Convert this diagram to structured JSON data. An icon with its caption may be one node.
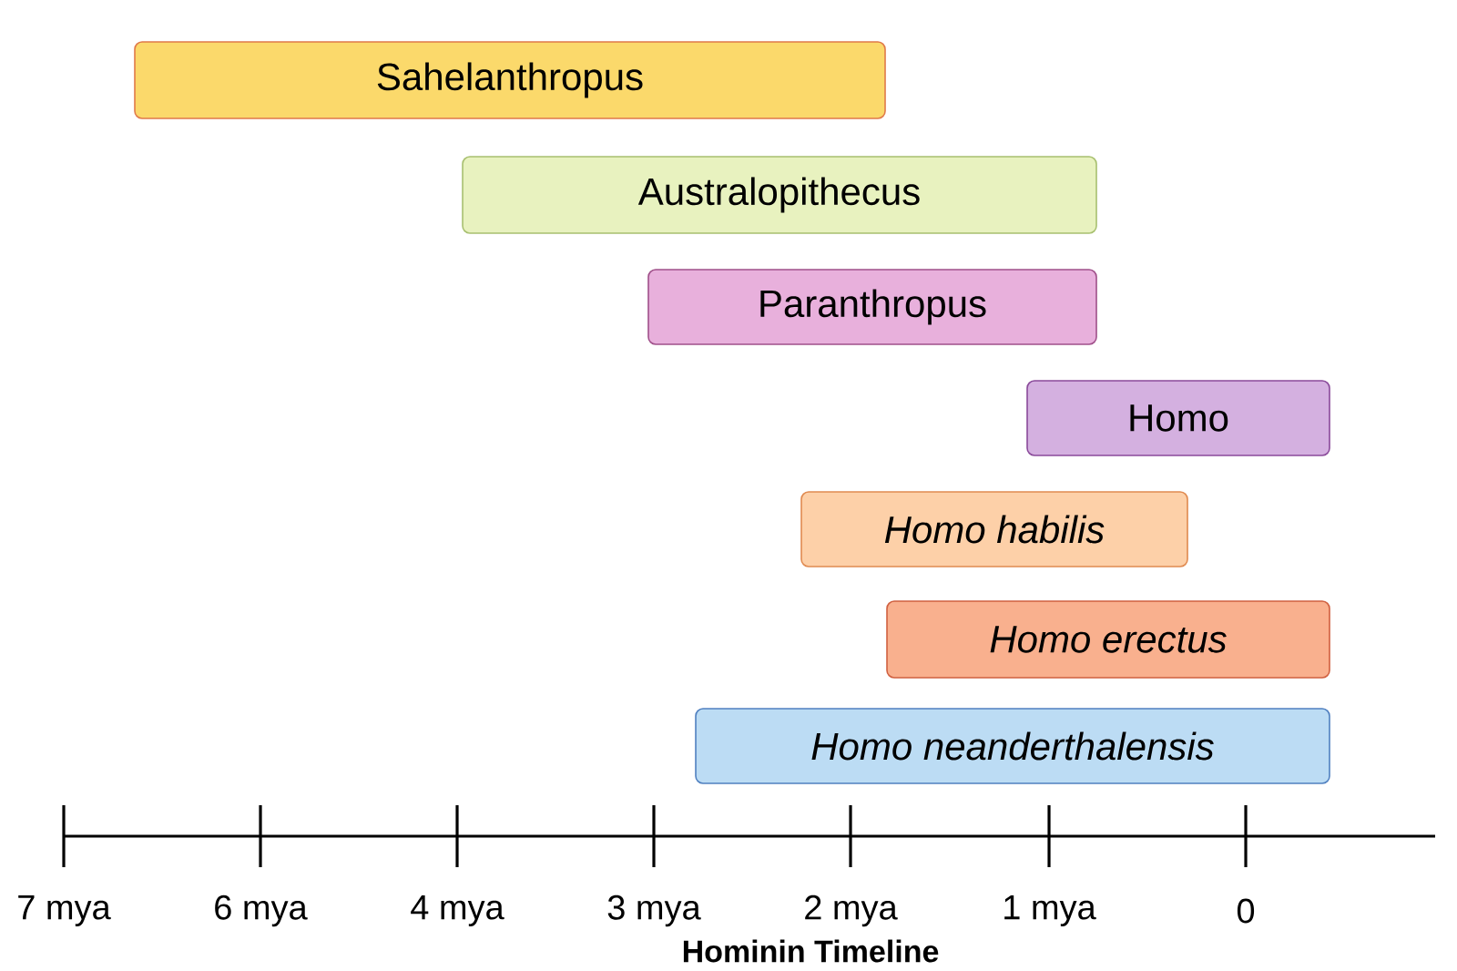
{
  "diagram": {
    "title": "Hominin Timeline",
    "nodes": [
      {
        "text": [
          "Sahelanthropus"
        ]
      },
      {
        "text": [
          "Australopithecus"
        ]
      },
      {
        "text": [
          "Paranthropus"
        ]
      },
      {
        "text": [
          "Homo"
        ]
      },
      {
        "text": [
          "Homo habilis"
        ]
      },
      {
        "text": [
          "Homo erectus"
        ]
      },
      {
        "text": [
          "Homo neanderthalensis"
        ]
      }
    ],
    "labels": [
      "7 mya",
      "6 mya",
      "4 mya",
      "3 mya",
      "2 mya",
      "1 mya",
      "0"
    ]
  }
}
